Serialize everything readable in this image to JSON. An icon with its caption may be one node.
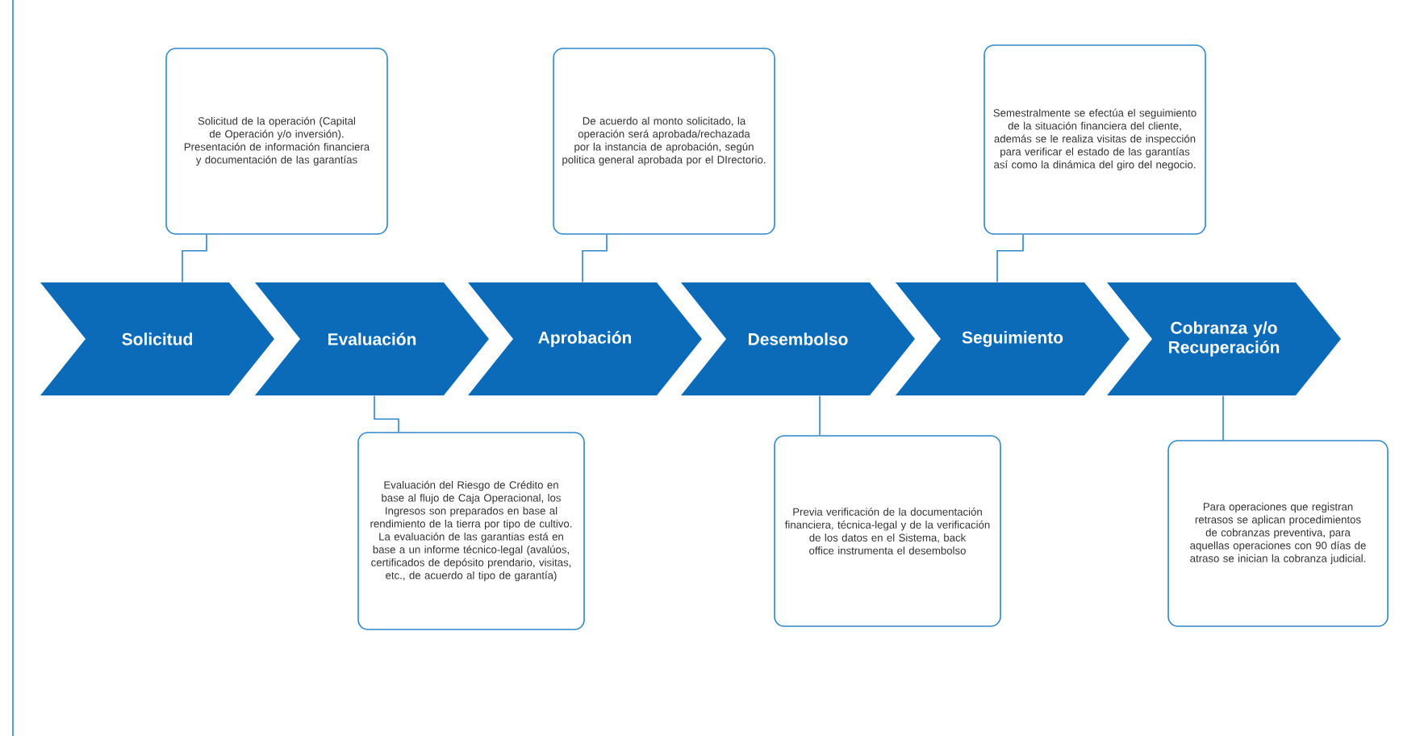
{
  "diagram": {
    "nodes": [
      {
        "text": [
          "Solicitud"
        ]
      },
      {
        "text": [
          "Evaluación"
        ]
      },
      {
        "text": [
          "Aprobación"
        ]
      },
      {
        "text": [
          "Desembolso"
        ]
      },
      {
        "text": [
          "Seguimiento"
        ]
      },
      {
        "text": [
          "Cobranza y/o Recuperación"
        ]
      },
      {
        "text": [
          "Solicitud de la operación (Capital de Operación y/o inversión). Presentación de información financiera y documentación de las garantías"
        ]
      },
      {
        "text": [
          "De acuerdo al monto solicitado, la operación será aprobada/rechazada por la instancia de aprobación, según politica general aprobada por el DIrectorio."
        ]
      },
      {
        "text": [
          "Semestralmente se efectúa el seguimiento de la situación financiera del cliente, además se le realiza visitas de inspección para verificar el estado de las garantías así como la dinámica del giro del negocio."
        ]
      },
      {
        "text": [
          "Evaluación del Riesgo de Crédito en base al flujo de Caja Operacional, los Ingresos son preparados en base al rendimiento de la tierra por tipo de cultivo. La evaluación de las garantias está en base a un informe técnico-legal (avalúos, certificados de depósito prendario, visitas, etc., de acuerdo al tipo de garantía)"
        ]
      },
      {
        "text": [
          "Previa verificación de la documentación financiera, técnica-legal y de la verificación de los datos en el Sistema, back office instrumenta el desembolso"
        ]
      },
      {
        "text": [
          "Para operaciones que registran retrasos se aplican procedimientos de cobranzas preventiva, para aquellas operaciones con 90 días de atraso se inician la cobranza judicial."
        ]
      }
    ],
    "edges": [
      {
        "from": 6,
        "to": 0,
        "arrow": "none"
      },
      {
        "from": 7,
        "to": 2,
        "arrow": "none"
      },
      {
        "from": 8,
        "to": 4,
        "arrow": "none"
      },
      {
        "from": 9,
        "to": 1,
        "arrow": "none"
      },
      {
        "from": 10,
        "to": 3,
        "arrow": "none"
      },
      {
        "from": 11,
        "to": 5,
        "arrow": "none"
      }
    ]
  }
}
